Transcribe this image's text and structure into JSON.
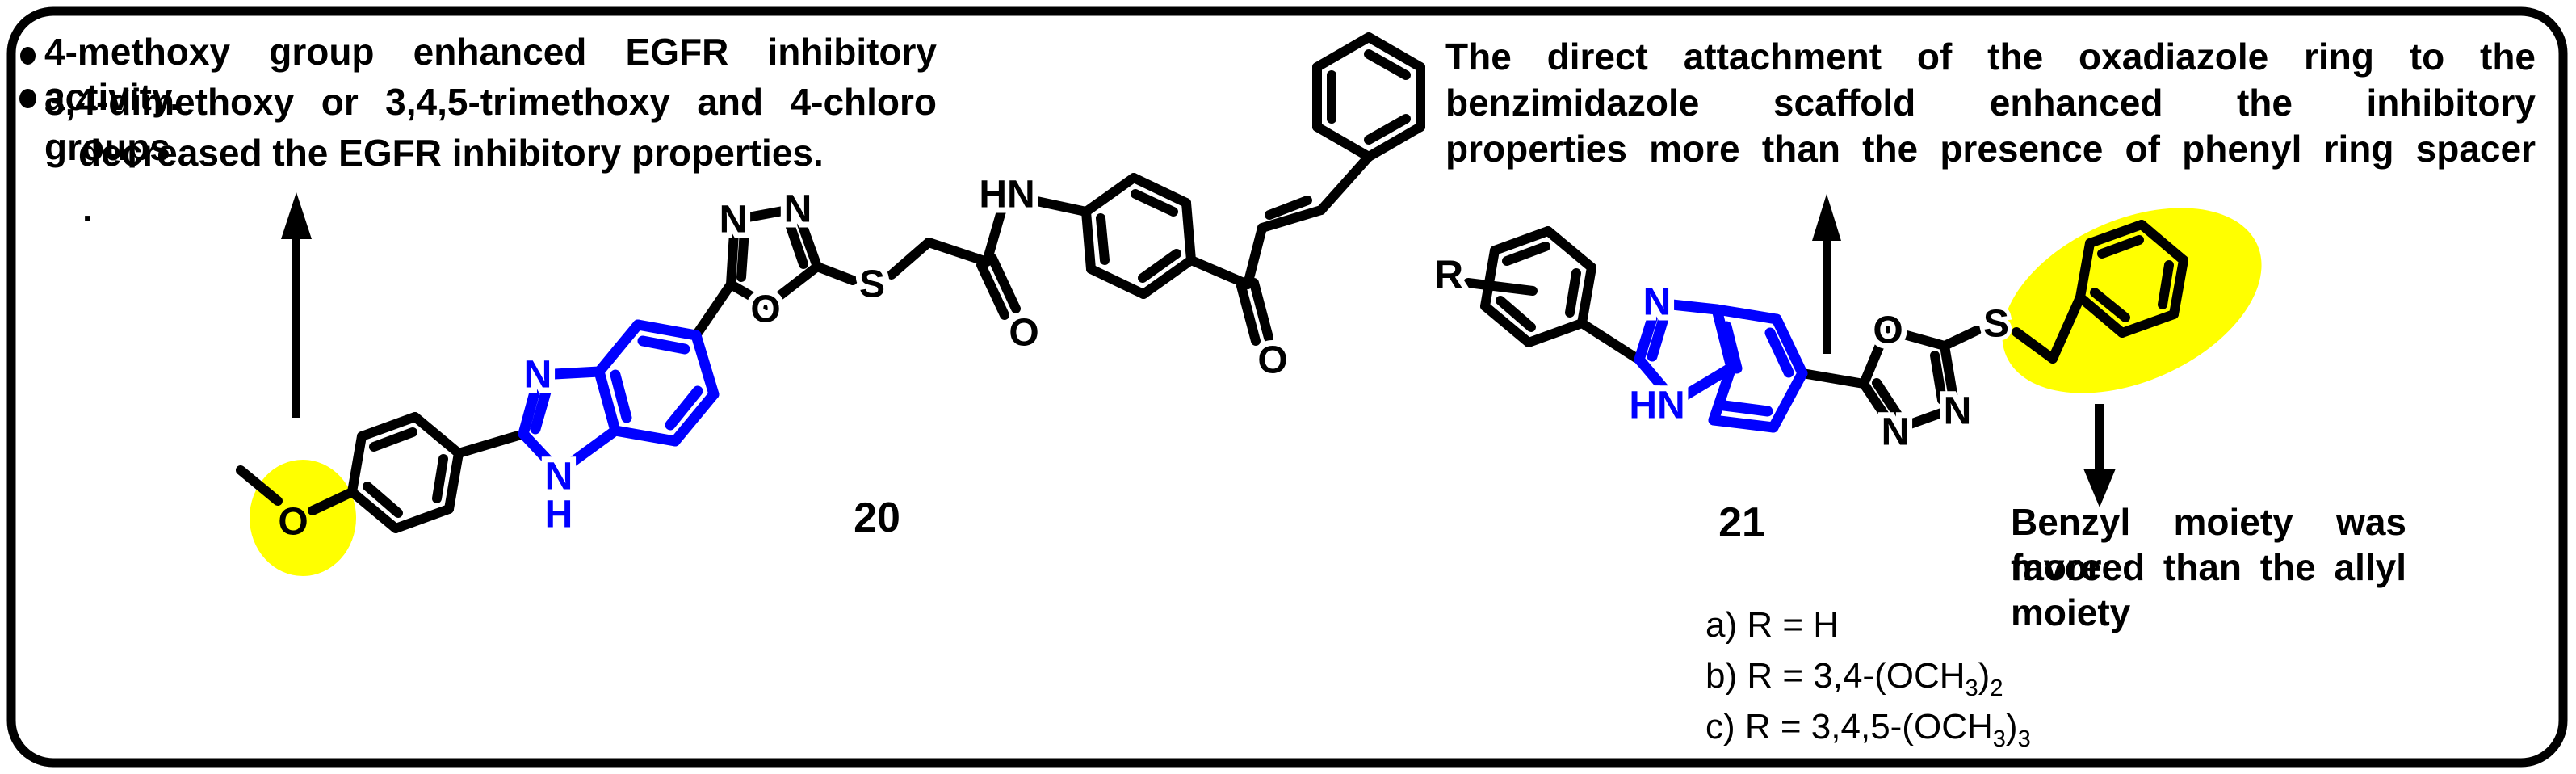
{
  "colors": {
    "ink": "#000000",
    "benzimidazole_blue": "#0000ff",
    "highlight_yellow": "#ffff00",
    "background": "#ffffff"
  },
  "left_panel": {
    "bullet1_text": "4-methoxy group enhanced EGFR inhibitory activity.",
    "bullet2_line1": "3,4-dimethoxy or 3,4,5-trimethoxy and 4-chloro groups",
    "bullet2_line2": "decreased the EGFR inhibitory properties.",
    "stray_period": ".",
    "compound_number": "20",
    "atom_labels": {
      "methoxy_o": "O",
      "imidazole_n": "N",
      "imidazole_n1": "N",
      "imidazole_h": "H",
      "oxadiazole_n_left": "N",
      "oxadiazole_n_right": "N",
      "oxadiazole_o": "O",
      "thioether_s": "S",
      "amide_hn": "HN",
      "amide_o": "O",
      "ketone_o": "O"
    }
  },
  "right_panel": {
    "note_line1": "The direct attachment of the oxadiazole ring to the",
    "note_line2": "benzimidazole scaffold enhanced the inhibitory",
    "note_line3": "properties more than the presence of phenyl ring spacer",
    "benzyl_note_line1": "Benzyl moiety was more",
    "benzyl_note_line2": "favored than the allyl moiety",
    "compound_number": "21",
    "atom_labels": {
      "r_group": "R",
      "imidazole_n": "N",
      "imidazole_hn": "HN",
      "oxadiazole_o": "O",
      "oxadiazole_n_left": "N",
      "oxadiazole_n_right": "N",
      "thioether_s": "S"
    },
    "r_definitions": [
      {
        "prefix": "a) R = H",
        "sub1": "",
        "mid": "",
        "sub2": ""
      },
      {
        "prefix": "b) R = 3,4-(OCH",
        "sub1": "3",
        "mid": ")",
        "sub2": "2"
      },
      {
        "prefix": "c) R = 3,4,5-(OCH",
        "sub1": "3",
        "mid": ")",
        "sub2": "3"
      }
    ]
  }
}
